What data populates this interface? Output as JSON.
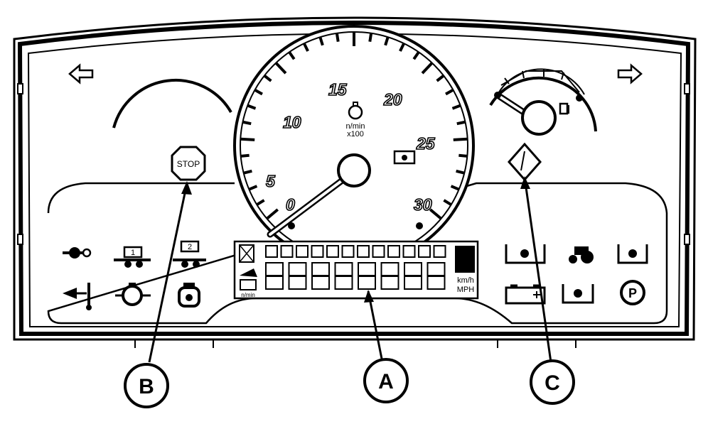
{
  "tachometer": {
    "scale_labels": [
      "0",
      "5",
      "10",
      "15",
      "20",
      "25",
      "30"
    ],
    "unit_line1": "n/min",
    "unit_line2": "x100"
  },
  "display": {
    "speed_unit_metric": "km/h",
    "speed_unit_imperial": "MPH",
    "rpm_unit": "n/min",
    "gear_small": "1",
    "gear_small_2": "2"
  },
  "warning": {
    "stop_text": "STOP"
  },
  "callouts": [
    {
      "letter": "A"
    },
    {
      "letter": "B"
    },
    {
      "letter": "C"
    }
  ],
  "icons": [
    "left-turn-arrow-icon",
    "right-turn-arrow-icon",
    "stop-icon",
    "engine-oil-icon",
    "fuel-gauge-icon",
    "warning-diamond-icon",
    "transmission-icon",
    "battery-icon",
    "parking-brake-icon",
    "tractor-icon",
    "coolant-temperature-icon"
  ]
}
